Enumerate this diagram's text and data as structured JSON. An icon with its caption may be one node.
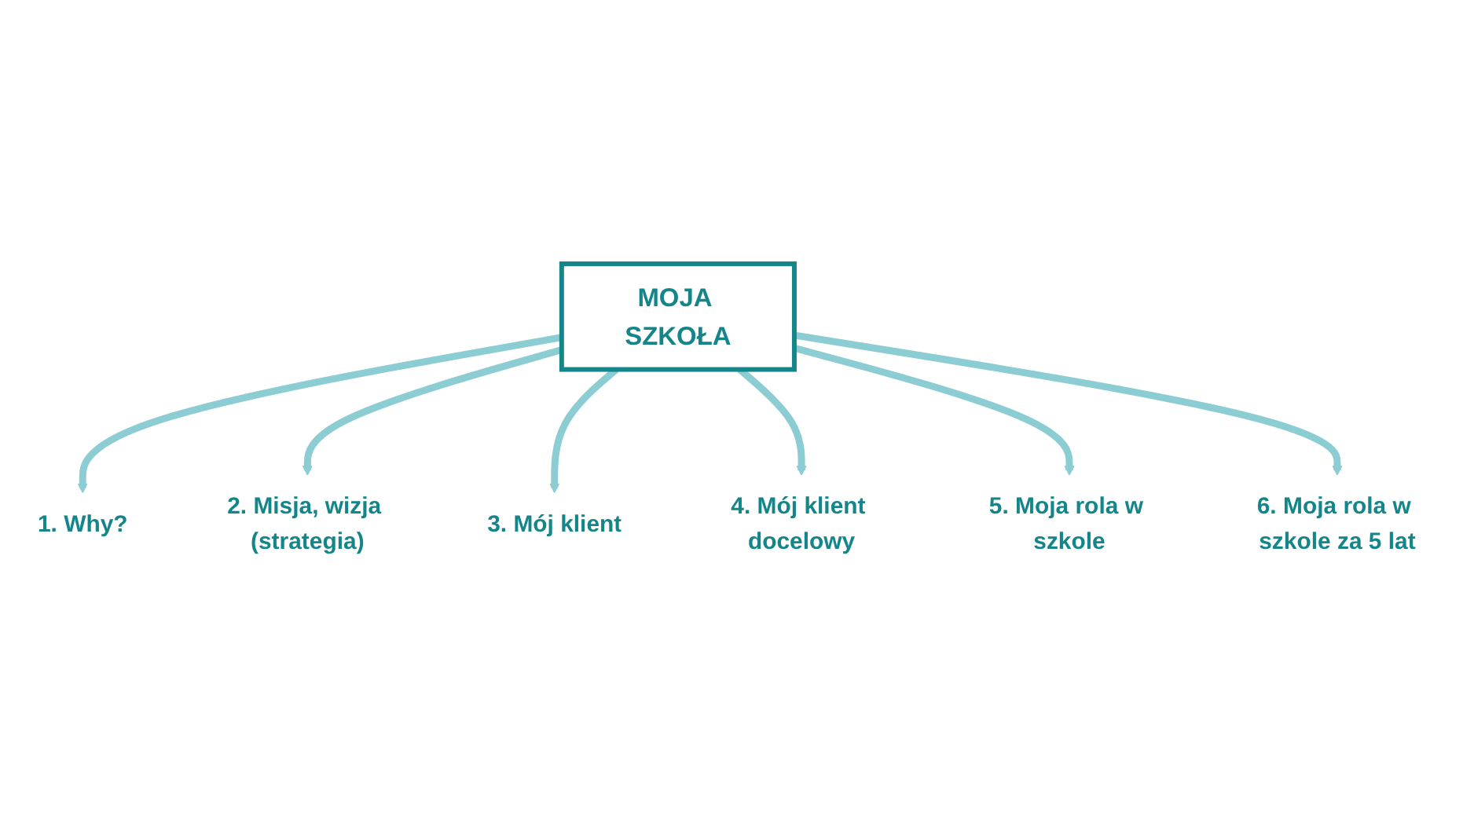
{
  "diagram": {
    "nodes": [
      {
        "text": [
          "3. Mój klient"
        ]
      },
      {
        "text": [
          "2. Misja, wizja (strategia)"
        ]
      },
      {
        "text": [
          "4. Mój klient docelowy"
        ]
      },
      {
        "text": [
          "MOJA SZKOŁA"
        ]
      },
      {
        "text": [
          "1. Why?"
        ]
      },
      {
        "text": [
          "5. Moja rola w szkole"
        ]
      },
      {
        "text": [
          "6. Moja rola w szkole za 5 lat"
        ]
      }
    ],
    "edges": [
      {
        "from": 3,
        "to": 4,
        "arrow": "to"
      },
      {
        "from": 3,
        "to": 1,
        "arrow": "to"
      },
      {
        "from": 3,
        "to": 0,
        "arrow": "to"
      },
      {
        "from": 3,
        "to": 2,
        "arrow": "to"
      },
      {
        "from": 3,
        "to": 5,
        "arrow": "to"
      },
      {
        "from": 3,
        "to": 6,
        "arrow": "to"
      }
    ]
  }
}
